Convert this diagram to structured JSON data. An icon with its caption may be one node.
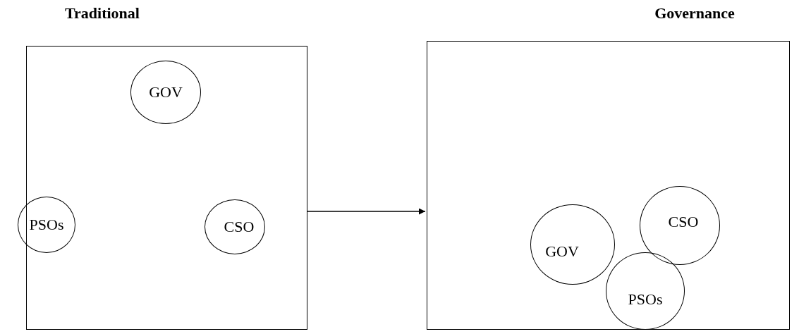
{
  "diagram": {
    "nodes": [
      {
        "text": [
          "Traditional"
        ]
      },
      {
        "text": [
          "GOV"
        ],
        "in": 0
      },
      {
        "text": [
          "PSOs"
        ],
        "in": 0
      },
      {
        "text": [
          "CSO"
        ],
        "in": 0
      },
      {
        "text": [
          "Governance"
        ]
      },
      {
        "text": [
          "GOV"
        ],
        "in": 4
      },
      {
        "text": [
          "CSO"
        ],
        "in": 4
      },
      {
        "text": [
          "PSOs"
        ],
        "in": 4
      }
    ],
    "edges": [
      {
        "from": 0,
        "to": 4,
        "arrow": "to"
      }
    ]
  }
}
